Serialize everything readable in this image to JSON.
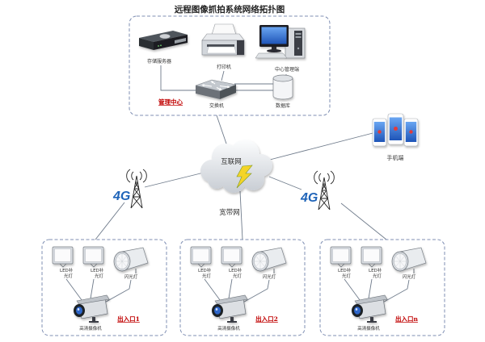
{
  "title": "远程图像抓拍系统网络拓扑图",
  "management_center": {
    "label": "管理中心",
    "storage_server": "存储服务器",
    "printer": "打印机",
    "central_client": "中心管理端",
    "switch": "交换机",
    "database": "数据库"
  },
  "network": {
    "internet": "互联网",
    "broadband": "宽带网",
    "mobile": "手机端",
    "cellular_left": "4G",
    "cellular_right": "4G"
  },
  "sites": [
    {
      "name": "出入口1",
      "led_a_line1": "LED补",
      "led_a_line2": "光灯",
      "led_b_line1": "LED补",
      "led_b_line2": "光灯",
      "flash": "闪光灯",
      "camera": "高清摄像机"
    },
    {
      "name": "出入口2",
      "led_a_line1": "LED补",
      "led_a_line2": "光灯",
      "led_b_line1": "LED补",
      "led_b_line2": "光灯",
      "flash": "闪光灯",
      "camera": "高清摄像机"
    },
    {
      "name": "出入口n",
      "led_a_line1": "LED补",
      "led_a_line2": "光灯",
      "led_b_line1": "LED补",
      "led_b_line2": "光灯",
      "flash": "闪光灯",
      "camera": "高清摄像机"
    }
  ],
  "icons": {
    "storage_server": "storage-server-icon",
    "printer": "printer-icon",
    "central_client": "computer-icon",
    "switch": "network-switch-icon",
    "database": "database-icon",
    "internet": "cloud-icon",
    "mobile": "smartphone-icon",
    "cellular": "cell-tower-icon",
    "led": "led-fill-light-icon",
    "flash": "flash-lamp-icon",
    "camera": "hd-camera-icon"
  },
  "colors": {
    "frame_border": "#7f8fb3",
    "link": "#6f7b8b",
    "site_label": "#c00000",
    "cellular": "#1e63b8",
    "text": "#333333"
  }
}
